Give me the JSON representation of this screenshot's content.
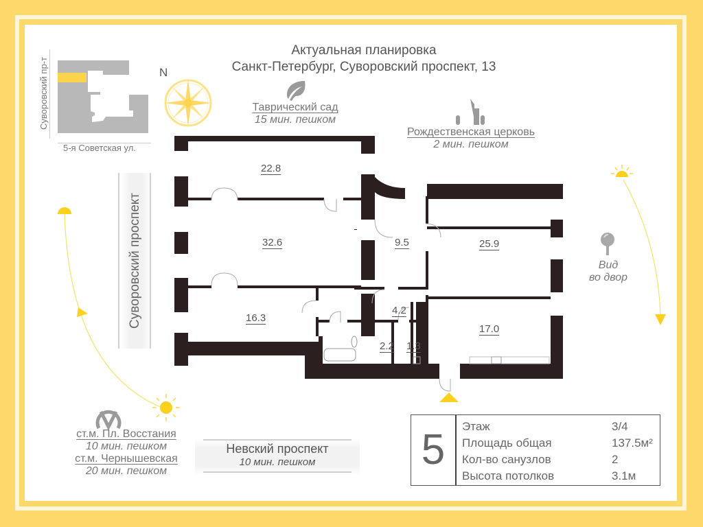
{
  "header": {
    "title_line1": "Актуальная планировка",
    "title_line2": "Санкт-Петербург, Суворовский проспект, 13"
  },
  "minimap": {
    "street_vertical": "Суворовский пр-т",
    "street_bottom": "5-я Советская ул.",
    "highlight_color": "#fcd34d",
    "building_color": "#b8b8b8"
  },
  "compass": {
    "north_label": "N",
    "color": "#fce06a"
  },
  "poi": [
    {
      "name": "Таврический сад",
      "time": "15 мин. пешком",
      "icon": "leaf-icon"
    },
    {
      "name": "Рождественская церковь",
      "time": "2 мин. пешком",
      "icon": "church-icon"
    },
    {
      "name": "ст.м. Пл. Восстания",
      "time": "10 мин. пешком",
      "icon": "metro-icon"
    },
    {
      "name": "ст.м. Чернышевская",
      "time": "20 мин. пешком"
    }
  ],
  "streets": {
    "left": "Суворовский проспект",
    "bottom": "Невский проспект",
    "bottom_time": "10 мин. пешком"
  },
  "view": {
    "line1": "Вид",
    "line2": "во двор",
    "icon": "pin-icon"
  },
  "rooms": [
    {
      "id": "room-1",
      "area": "22.8"
    },
    {
      "id": "room-2",
      "area": "32.6"
    },
    {
      "id": "room-3",
      "area": "16.3"
    },
    {
      "id": "hall",
      "area": "9.5"
    },
    {
      "id": "room-4",
      "area": "25.9"
    },
    {
      "id": "corridor",
      "area": "4.2"
    },
    {
      "id": "bathroom",
      "area": "2.2"
    },
    {
      "id": "toilet",
      "area": "1.3"
    },
    {
      "id": "kitchen",
      "area": "17.0"
    }
  ],
  "info": {
    "number": "5",
    "rows": [
      {
        "label": "Этаж",
        "value": "3/4"
      },
      {
        "label": "Площадь общая",
        "value": "137.5м²"
      },
      {
        "label": "Кол-во санузлов",
        "value": "2"
      },
      {
        "label": "Высота потолков",
        "value": "3.1м"
      }
    ]
  },
  "colors": {
    "frame": "#fcd96a",
    "wall": "#2b1f1f",
    "sun": "#fcd01e",
    "text": "#666666"
  }
}
